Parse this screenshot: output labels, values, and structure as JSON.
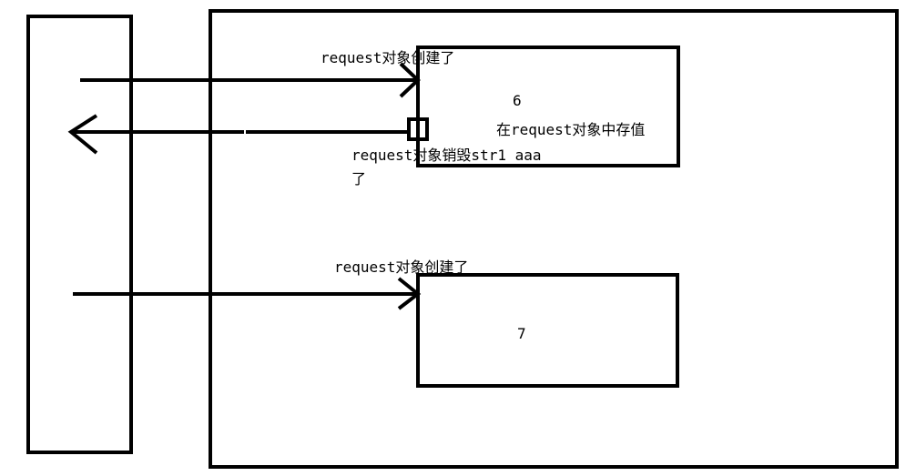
{
  "diagram": {
    "stroke_color": "#000000",
    "background": "#ffffff",
    "labels": {
      "request_created_1": "request对象创建了",
      "request_destroyed_line1": "request对象销毁str1 aaa",
      "request_destroyed_line2": "了",
      "store_value": "在request对象中存值",
      "request_created_2": "request对象创建了",
      "box_number_1": "6",
      "box_number_2": "7"
    }
  }
}
